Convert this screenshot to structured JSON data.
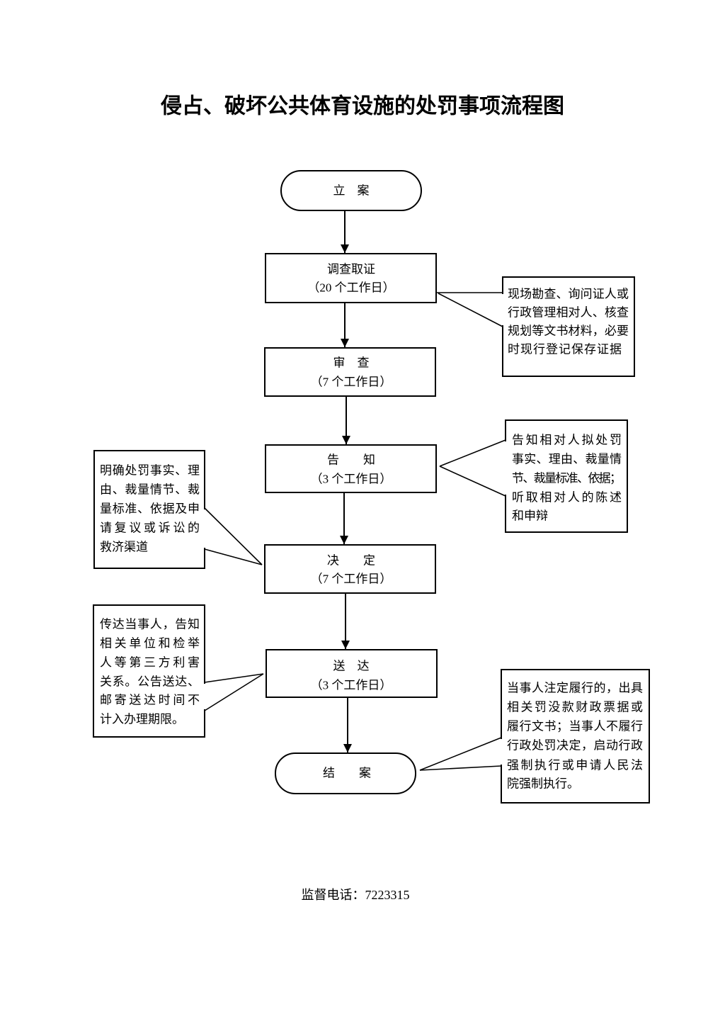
{
  "title": "侵占、破坏公共体育设施的处罚事项流程图",
  "flow": {
    "start": "立　案",
    "steps": [
      {
        "name": "调查取证",
        "duration": "（20 个工作日）"
      },
      {
        "name": "审　查",
        "duration": "（7 个工作日）"
      },
      {
        "name": "告　　知",
        "duration": "（3 个工作日）"
      },
      {
        "name": "决　　定",
        "duration": "（7 个工作日）"
      },
      {
        "name": "送　达",
        "duration": "（3 个工作日）"
      }
    ],
    "end": "结　　案"
  },
  "notes": [
    {
      "lines": [
        "现场勘查、询问证人或",
        "行政管理相对人、核查",
        "规划等文书材料，必要",
        "时现行登记保存证据"
      ]
    },
    {
      "lines": [
        "告知相对人拟处罚",
        "事实、理由、裁量情",
        "节、裁量标准、依据；",
        "听取相对人的陈述",
        "和申辩"
      ]
    },
    {
      "lines": [
        "明确处罚事实、理",
        "由、裁量情节、裁",
        "量标准、依据及申",
        "请复议或诉讼的",
        "救济渠道"
      ]
    },
    {
      "lines": [
        "传达当事人，告知",
        "相关单位和检举",
        "人等第三方利害",
        "关系。公告送达、",
        "邮寄送达时间不",
        "计入办理期限。"
      ]
    },
    {
      "lines": [
        "当事人注定履行的，出具",
        "相关罚没款财政票据或",
        "履行文书；当事人不履行",
        "行政处罚决定，启动行政",
        "强制执行或申请人民法",
        "院强制执行。"
      ]
    }
  ],
  "footer": "监督电话：7223315"
}
